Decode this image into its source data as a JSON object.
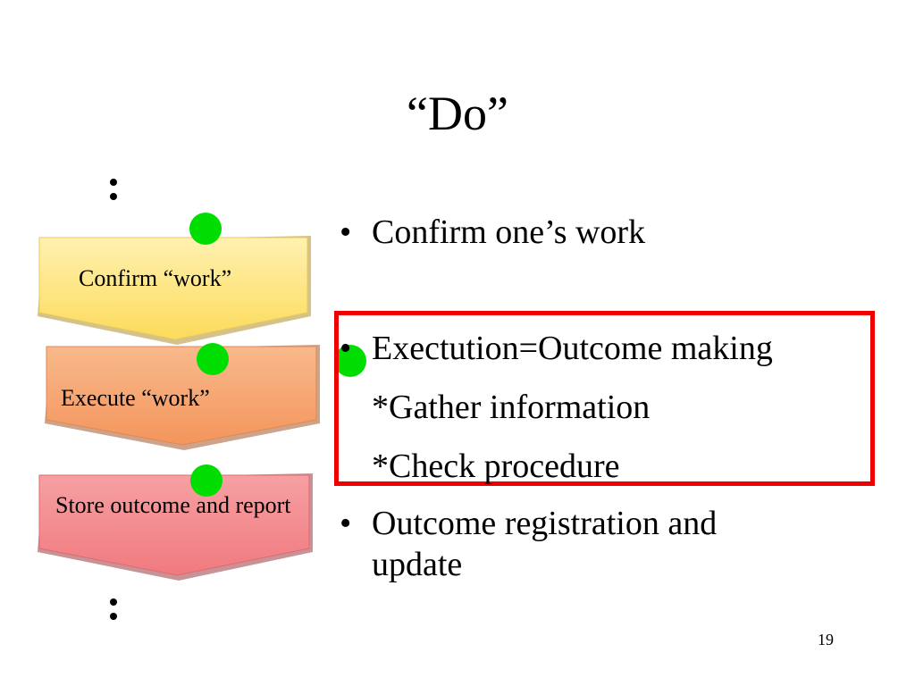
{
  "slide": {
    "title": "“Do”",
    "page_number": "19"
  },
  "flow": {
    "steps": [
      {
        "label": "Confirm “work”",
        "color": "#fde47a"
      },
      {
        "label": "Execute “work”",
        "color": "#f6a36e"
      },
      {
        "label": "Store outcome and report",
        "color": "#f3888a"
      }
    ]
  },
  "bullets": {
    "items": [
      {
        "mark": "•",
        "text": "Confirm one’s work"
      },
      {
        "mark": "•",
        "text": "Exectution=Outcome making"
      },
      {
        "mark": "•",
        "text": "Outcome registration and update"
      }
    ],
    "sub_items": [
      "*Gather information",
      "*Check procedure"
    ]
  },
  "colors": {
    "marker_dot": "#00dd00",
    "highlight_box": "#ee0000"
  }
}
